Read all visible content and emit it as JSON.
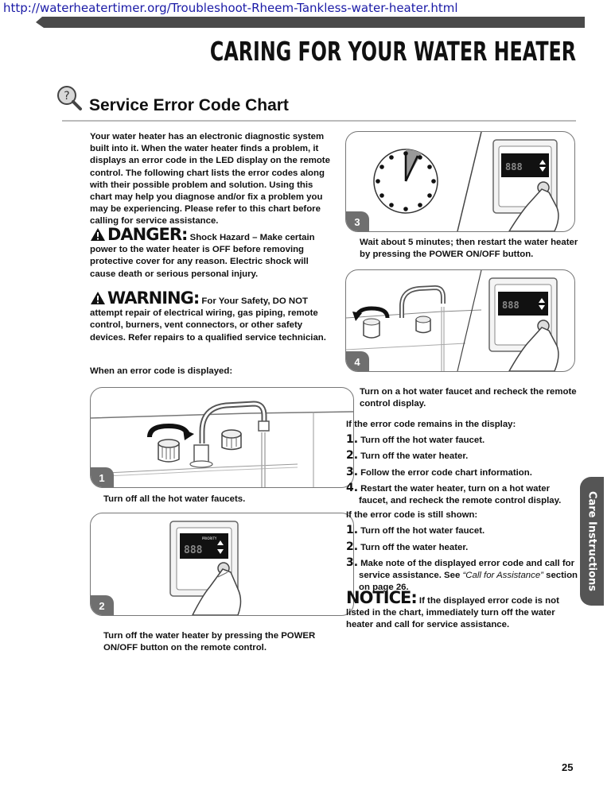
{
  "url": "http://waterheatertimer.org/Troubleshoot-Rheem-Tankless-water-heater.html",
  "page_title": "CARING FOR YOUR WATER HEATER",
  "section_heading": "Service Error Code Chart",
  "intro": "Your water heater has an electronic diagnostic  system built into it. When the water heater finds a problem, it displays an error code in the LED display on the remote control. The following chart lists the error codes along with their possible problem and solution. Using this chart may help you diagnose and/or fix a problem you may be experiencing. Please refer to this chart before calling for service assistance.",
  "danger": {
    "head": "DANGER:",
    "sub": "Shock Hazard – Make certain",
    "text_before_bold": "power to the water heater is ",
    "bold": "OFF",
    "text_after_bold": " before removing protective cover for any reason. Electric shock will cause death or serious personal injury."
  },
  "warning": {
    "head": "WARNING:",
    "sub": "For Your Safety, DO NOT",
    "text": "attempt repair of electrical wiring, gas piping, remote control, burners, vent connectors, or other safety devices. Refer repairs to a qualified service technician."
  },
  "when_displayed": "When an error code is displayed:",
  "steps": [
    {
      "num": "1",
      "caption": "Turn off all the hot water faucets."
    },
    {
      "num": "2",
      "caption": "Turn off the water heater by pressing the POWER ON/OFF button on the remote control."
    },
    {
      "num": "3",
      "caption": "Wait about 5 minutes; then restart the water heater by pressing the POWER ON/OFF button."
    },
    {
      "num": "4",
      "caption": "Turn on a hot water faucet and recheck the remote control display."
    }
  ],
  "remote_label": "PRIORITY",
  "led_text": "888",
  "if_remains": {
    "title": "If the error code remains in the display:",
    "items": [
      {
        "n": "1.",
        "text": "Turn off the hot water faucet."
      },
      {
        "n": "2.",
        "text": "Turn off the water heater."
      },
      {
        "n": "3.",
        "text": "Follow the error code chart information."
      },
      {
        "n": "4.",
        "text": "Restart the water heater, turn on a hot water faucet, and recheck the remote control display."
      }
    ]
  },
  "if_still": {
    "title": "If the error code is still shown:",
    "items": [
      {
        "n": "1.",
        "text": "Turn off the hot water faucet."
      },
      {
        "n": "2.",
        "text": "Turn off the water heater."
      }
    ],
    "item3": {
      "n": "3.",
      "text_before": "Make note of the displayed error code and call for service assistance. See ",
      "italic": "“Call for Assistance”",
      "text_after": " section on page 26."
    }
  },
  "notice": {
    "head": "NOTICE:",
    "text": "If the displayed error code is not listed in the chart, immediately turn off the water heater and call for service assistance."
  },
  "side_tab": "Care Instructions",
  "page_number": "25",
  "colors": {
    "url": "#1a1aa6",
    "badge": "#6f6f6f",
    "tab": "#555555",
    "rule": "#bbbbbb"
  }
}
